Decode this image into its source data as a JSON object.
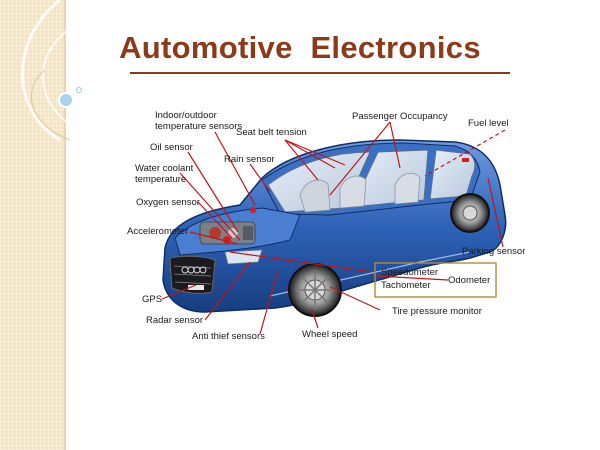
{
  "slide": {
    "title": "Automotive  Electronics"
  },
  "labels": {
    "indoor_outdoor_line1": "Indoor/outdoor",
    "indoor_outdoor_line2": "temperature sensors",
    "seat_belt": "Seat belt tension",
    "passenger_occupancy": "Passenger Occupancy",
    "fuel_level": "Fuel level",
    "oil_sensor": "Oil sensor",
    "rain_sensor": "Rain sensor",
    "water_coolant_line1": "Water coolant",
    "water_coolant_line2": "temperature",
    "oxygen_sensor": "Oxygen sensor",
    "accelerometer": "Accelerometer",
    "parking_sensor": "Parking sensor",
    "speedometer": "Speedometer",
    "tachometer": "Tachometer",
    "odometer": "Odometer",
    "gps": "GPS",
    "radar_sensor": "Radar sensor",
    "tire_pressure": "Tire pressure monitor",
    "anti_thief": "Anti thief sensors",
    "wheel_speed": "Wheel speed"
  },
  "colors": {
    "title": "#8b3a1a",
    "leader": "#c0161c",
    "car_body": "#2f63b8",
    "side_band": "#f4e3c2"
  }
}
